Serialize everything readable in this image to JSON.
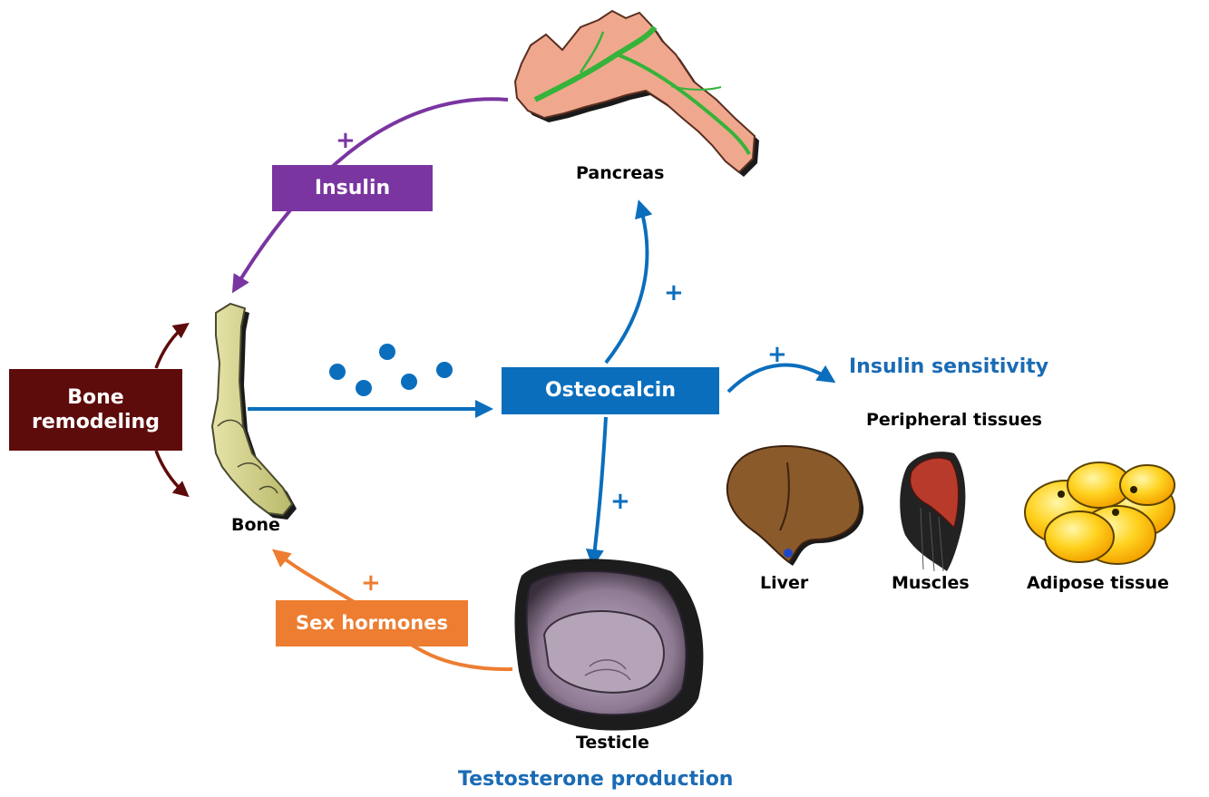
{
  "colors": {
    "purple": "#7a35a0",
    "blue": "#0a6ebd",
    "maroon": "#5e0b0b",
    "orange": "#ed7d31",
    "heading_blue": "#1a6bb5"
  },
  "boxes": {
    "insulin": "Insulin",
    "osteocalcin": "Osteocalcin",
    "bone_remodeling_line1": "Bone",
    "bone_remodeling_line2": "remodeling",
    "sex_hormones": "Sex hormones"
  },
  "organs": {
    "pancreas": "Pancreas",
    "bone": "Bone",
    "testicle": "Testicle",
    "liver": "Liver",
    "muscles": "Muscles",
    "adipose": "Adipose tissue"
  },
  "headings": {
    "insulin_sensitivity": "Insulin sensitivity",
    "peripheral_tissues": "Peripheral tissues",
    "testosterone_production": "Testosterone production"
  },
  "signs": {
    "insulin": "+",
    "pancreas": "+",
    "sensitivity": "+",
    "testicle": "+",
    "sex_hormones": "+"
  },
  "icons": [
    "pancreas-icon",
    "bone-icon",
    "testicle-icon",
    "liver-icon",
    "muscle-icon",
    "adipose-icon",
    "osteocalcin-dots"
  ]
}
